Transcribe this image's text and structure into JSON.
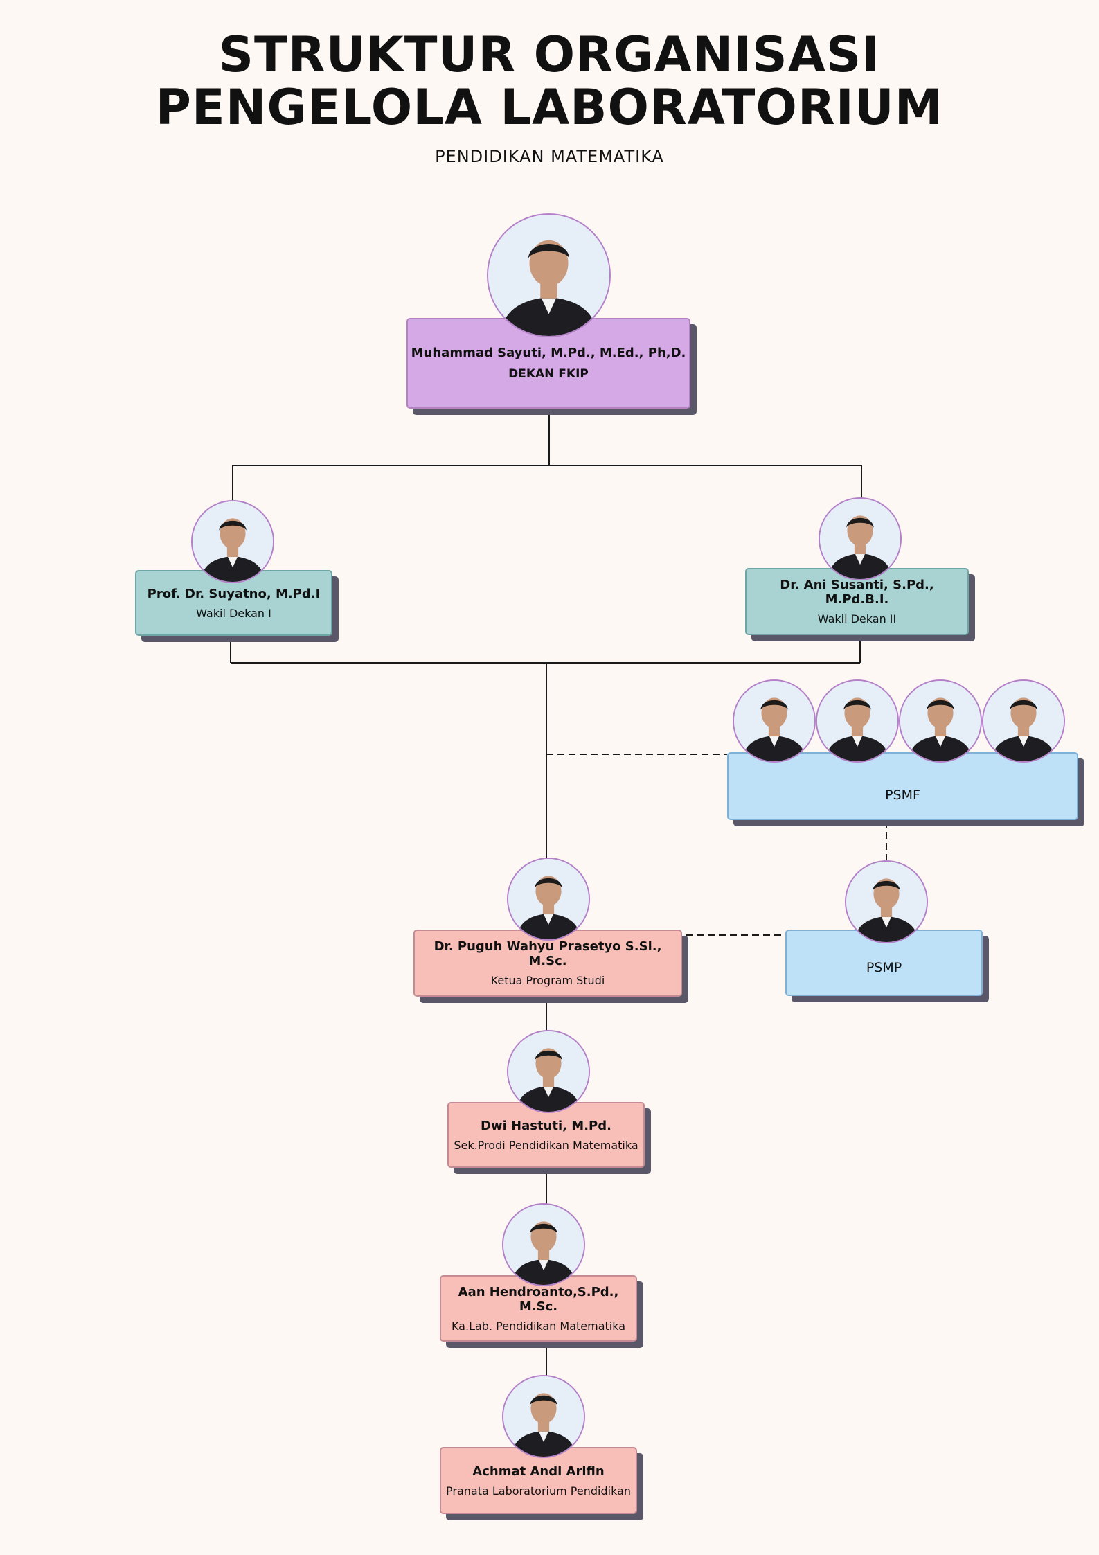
{
  "header": {
    "title_line1": "STRUKTUR ORGANISASI",
    "title_line2": "PENGELOLA LABORATORIUM",
    "subtitle": "PENDIDIKAN MATEMATIKA"
  },
  "nodes": {
    "dekan": {
      "name": "Muhammad Sayuti, M.Pd., M.Ed., Ph,D.",
      "role": "DEKAN FKIP"
    },
    "wd1": {
      "name": "Prof. Dr. Suyatno, M.Pd.I",
      "role": "Wakil Dekan I"
    },
    "wd2": {
      "name": "Dr. Ani Susanti, S.Pd., M.Pd.B.I.",
      "role": "Wakil Dekan II"
    },
    "psmf": {
      "label": "PSMF"
    },
    "psmp": {
      "label": "PSMP"
    },
    "kaprodi": {
      "name": "Dr. Puguh Wahyu Prasetyo S.Si., M.Sc.",
      "role": "Ketua Program Studi"
    },
    "sekprodi": {
      "name": "Dwi Hastuti, M.Pd.",
      "role": "Sek.Prodi Pendidikan Matematika"
    },
    "kalab": {
      "name": "Aan Hendroanto,S.Pd., M.Sc.",
      "role": "Ka.Lab. Pendidikan Matematika"
    },
    "pranata": {
      "name": "Achmat Andi Arifin",
      "role": "Pranata Laboratorium Pendidikan"
    }
  },
  "colors": {
    "pink": "#f8bfb9",
    "teal": "#a9d3d3",
    "blue": "#bfe1f7",
    "purple": "#d5a8e6",
    "avatar_border": "#b480c8"
  },
  "icons": [
    "person-avatar-icon"
  ]
}
